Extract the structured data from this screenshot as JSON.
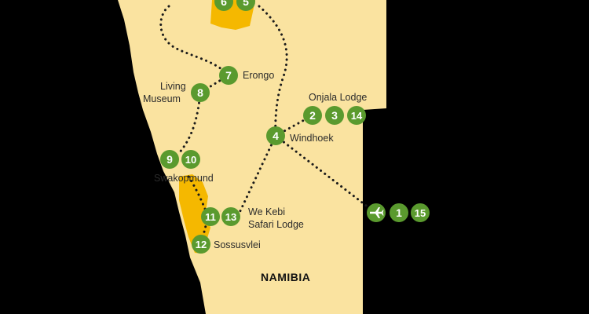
{
  "map": {
    "country_label": "NAMIBIA",
    "colors": {
      "background": "#000000",
      "land": "#fae3a0",
      "highlight": "#f5b800",
      "marker": "#5a9a2e",
      "route": "#1a1a1a"
    },
    "stops": [
      {
        "name": "",
        "days": [
          "6",
          "5"
        ]
      },
      {
        "name": "Erongo",
        "days": [
          "7"
        ]
      },
      {
        "name": "Living",
        "name2": "Museum",
        "days": [
          "8"
        ]
      },
      {
        "name": "Onjala Lodge",
        "days": [
          "2",
          "3",
          "14"
        ]
      },
      {
        "name": "Windhoek",
        "days": [
          "4"
        ]
      },
      {
        "name": "Swakopmund",
        "days": [
          "9",
          "10"
        ]
      },
      {
        "name": "We Kebi",
        "name2": "Safari Lodge",
        "days": [
          "11",
          "13"
        ]
      },
      {
        "name": "Sossusvlei",
        "days": [
          "12"
        ]
      },
      {
        "name": "",
        "icon": "airplane-icon",
        "days": [
          "1",
          "15"
        ]
      }
    ]
  }
}
